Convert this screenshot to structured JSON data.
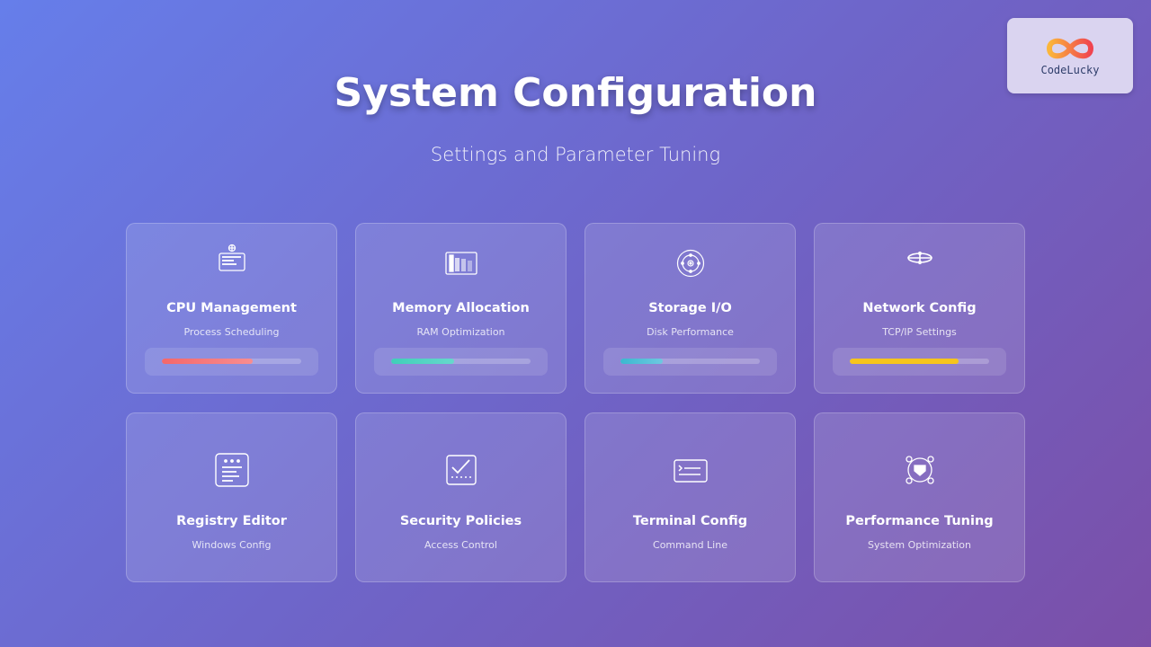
{
  "brand": {
    "name": "CodeLucky"
  },
  "header": {
    "title": "System Configuration",
    "subtitle": "Settings and Parameter Tuning"
  },
  "cards": [
    {
      "title": "CPU Management",
      "desc": "Process Scheduling",
      "icon": "cpu-icon",
      "progress": 65,
      "color": "#f4676a",
      "color2": "#f88d90"
    },
    {
      "title": "Memory Allocation",
      "desc": "RAM Optimization",
      "icon": "memory-chart-icon",
      "progress": 45,
      "color": "#40cfb8",
      "color2": "#66d8cc"
    },
    {
      "title": "Storage I/O",
      "desc": "Disk Performance",
      "icon": "disk-icon",
      "progress": 30,
      "color": "#3bb8cf",
      "color2": "#6ec8e0"
    },
    {
      "title": "Network Config",
      "desc": "TCP/IP Settings",
      "icon": "network-icon",
      "progress": 78,
      "color": "#f6c51c",
      "color2": "#f6c51c"
    },
    {
      "title": "Registry Editor",
      "desc": "Windows Config",
      "icon": "registry-icon"
    },
    {
      "title": "Security Policies",
      "desc": "Access Control",
      "icon": "security-check-icon"
    },
    {
      "title": "Terminal Config",
      "desc": "Command Line",
      "icon": "terminal-icon"
    },
    {
      "title": "Performance Tuning",
      "desc": "System Optimization",
      "icon": "performance-icon"
    }
  ]
}
